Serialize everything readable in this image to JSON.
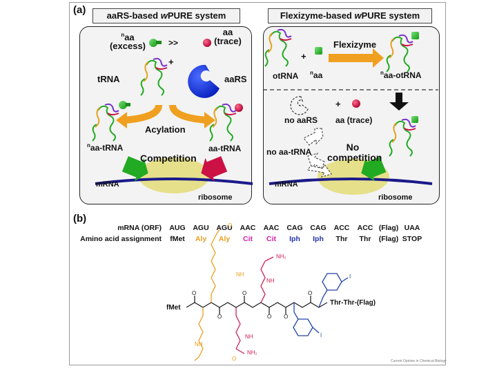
{
  "figure_a": {
    "label": "(a)",
    "left_panel": {
      "title_pre": "aaRS-based ",
      "title_em": "w",
      "title_post": "PURE system",
      "naa_sup": "n",
      "naa": "aa",
      "excess": "(excess)",
      "gg": ">>",
      "aa": "aa",
      "trace": "(trace)",
      "plus": "+",
      "trna": "tRNA",
      "aars": "aaRS",
      "acylation": "Acylation",
      "naa_trna_sup": "n",
      "naa_trna": "aa-tRNA",
      "aa_trna": "aa-tRNA",
      "competition": "Competition",
      "mrna": "mRNA",
      "ribosome": "ribosome"
    },
    "right_panel": {
      "title_pre": "Flexizyme-based ",
      "title_em": "w",
      "title_post": "PURE system",
      "flexizyme": "Flexizyme",
      "otrna": "otRNA",
      "naa_sup": "n",
      "naa": "aa",
      "plus": "+",
      "naa_otrna_sup": "n",
      "naa_otrna": "aa-otRNA",
      "no_aars": "no aaRS",
      "aa_trace": "aa (trace)",
      "no_aa_trna": "no aa-tRNA",
      "no": "No",
      "competition": "competition",
      "mrna": "mRNA",
      "ribosome": "ribosome"
    }
  },
  "figure_b": {
    "label": "(b)",
    "mrna_label": "mRNA (ORF)",
    "aa_label": "Amino acid assignment",
    "codons": [
      "AUG",
      "AGU",
      "AGU",
      "AAC",
      "AAC",
      "CAG",
      "CAG",
      "ACC",
      "ACC",
      "(Flag)",
      "UAA"
    ],
    "residues": [
      "fMet",
      "Aly",
      "Aly",
      "Cit",
      "Cit",
      "Iph",
      "Iph",
      "Thr",
      "Thr",
      "(Flag)",
      "STOP"
    ],
    "residue_colors": [
      "#111111",
      "#e8a020",
      "#e8a020",
      "#cc22aa",
      "#cc22aa",
      "#2233aa",
      "#2233aa",
      "#111111",
      "#111111",
      "#111111",
      "#111111"
    ],
    "structure": {
      "fmet": "fMet",
      "tail": "Thr-Thr-(Flag)",
      "o": "O",
      "h": "H",
      "n": "N",
      "nh": "NH",
      "nh2": "NH₂",
      "i": "I"
    },
    "credit": "Current Opinion in Chemical Biology"
  },
  "colors": {
    "aly": "#e8a020",
    "cit": "#cc2255",
    "iph": "#2244aa",
    "green": "#22aa22",
    "red": "#cc1144",
    "blue": "#1133dd",
    "arrow_orange": "#f0a020",
    "ribosome": "#e6e08a",
    "mrna": "#1a1a8a"
  }
}
